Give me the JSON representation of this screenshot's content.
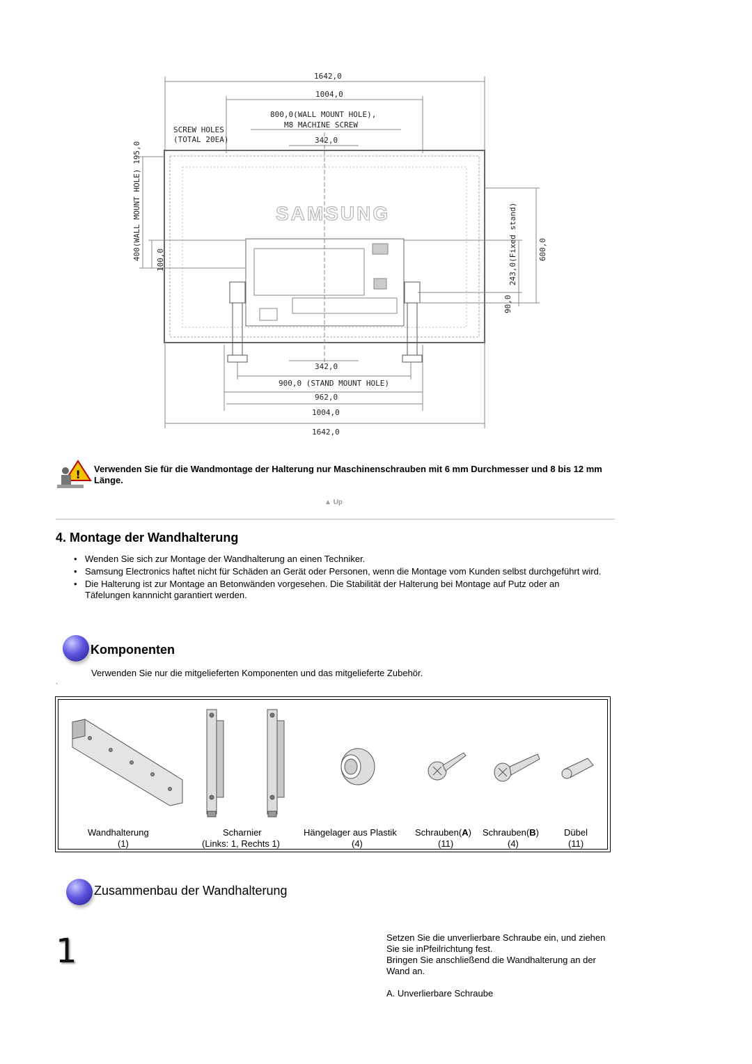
{
  "diagram": {
    "dims": {
      "top_total": "1642,0",
      "top_inner": "1004,0",
      "wall_mount": "800,0(WALL MOUNT HOLE),",
      "m8": "M8 MACHINE SCREW",
      "screw_holes": "SCREW HOLES",
      "screw_total": "(TOTAL 20EA)",
      "top_342": "342,0",
      "left_wall": "400(WALL MOUNT HOLE) 195,0",
      "left_100": "100,0",
      "brand": "SAMSUNG",
      "fixed_stand": "243,0(Fixed stand)",
      "right_600": "600,0",
      "right_90": "90,0",
      "bottom_342": "342,0",
      "stand_mount": "900,0 (STAND MOUNT HOLE)",
      "b_962": "962,0",
      "b_1004": "1004,0",
      "b_1642": "1642,0"
    }
  },
  "warning": {
    "text": "Verwenden Sie für die Wandmontage der Halterung nur Maschinenschrauben mit 6 mm Durchmesser und 8 bis 12 mm Länge."
  },
  "up_label": "Up",
  "section4": {
    "title": "4. Montage der Wandhalterung",
    "bullets": [
      "Wenden Sie sich zur Montage der Wandhalterung an einen Techniker.",
      "Samsung Electronics haftet nicht für Schäden an Gerät oder Personen, wenn die Montage vom Kunden selbst durchgeführt wird.",
      "Die Halterung ist zur Montage an Betonwänden vorgesehen. Die Stabilität der Halterung bei Montage auf Putz oder an Täfelungen kannnicht garantiert werden."
    ]
  },
  "komponenten": {
    "title": "Komponenten",
    "desc": "Verwenden Sie nur die mitgelieferten Komponenten und das mitgelieferte Zubehör.",
    "tick": "`",
    "items": [
      {
        "name": "Wandhalterung",
        "count": "(1)"
      },
      {
        "name": "Scharnier",
        "count": "(Links: 1, Rechts 1)"
      },
      {
        "name": "Hängelager aus Plastik",
        "count": "(4)"
      },
      {
        "name_pre": "Schrauben(",
        "name_bold": "A",
        "name_post": ")",
        "count": "(11)"
      },
      {
        "name_pre": "Schrauben(",
        "name_bold": "B",
        "name_post": ")",
        "count": "(4)"
      },
      {
        "name": "Dübel",
        "count": "(11)"
      }
    ]
  },
  "zusammenbau": {
    "title": "Zusammenbau der Wandhalterung",
    "step_number": "1",
    "step_text_1": "Setzen Sie die unverlierbare Schraube ein, und ziehen Sie sie inPfeilrichtung fest.",
    "step_text_2": "Bringen Sie anschließend die Wandhalterung an der Wand an.",
    "step_text_3": "A. Unverlierbare Schraube"
  }
}
